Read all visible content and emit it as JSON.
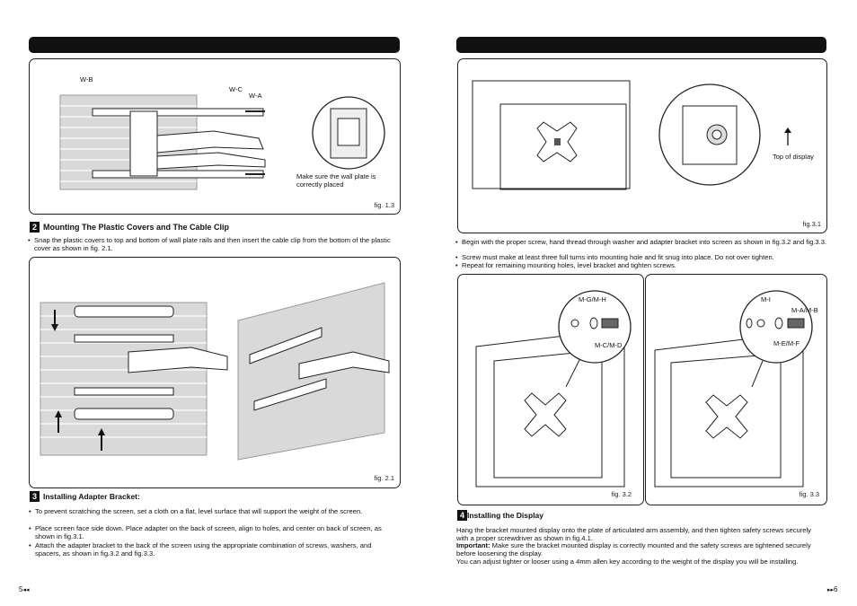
{
  "left_page": {
    "fig13": {
      "labels": {
        "wb": "W-B",
        "wc": "W-C",
        "wa": "W-A"
      },
      "note": "Make sure the wall plate is correctly placed",
      "caption": "fig. 1.3"
    },
    "section2": {
      "num": "2",
      "title": "Mounting The Plastic Covers and The Cable Clip",
      "bullet": "Snap the plastic covers to top and bottom of wall plate rails and then insert the cable clip from the bottom of the plastic cover as shown in fig. 2.1."
    },
    "fig21": {
      "caption": "fig. 2.1"
    },
    "section3": {
      "num": "3",
      "title": "Installing Adapter Bracket:",
      "bullets": [
        "To prevent scratching the screen, set a cloth on a flat, level surface that will support the weight of the screen.",
        "Place screen face side down. Place adapter on the back of screen, align to holes, and center on back of screen, as shown in fig.3.1.",
        "Attach the adapter bracket to the back of the screen using the appropriate combination of screws, washers, and spacers, as shown in fig.3.2 and fig.3.3."
      ]
    },
    "page_number": "5"
  },
  "right_page": {
    "fig31": {
      "top_label": "Top of display",
      "caption": "fig.3.1"
    },
    "bullets": [
      "Begin with the proper screw, hand thread through washer and adapter bracket into screen as shown in fig.3.2 and fig.3.3.",
      "Screw must make at least three full turns into mounting hole and fit snug into place. Do not over tighten.",
      "Repeat for remaining mounting holes, level bracket and tighten screws."
    ],
    "fig32": {
      "labels": {
        "mgmh": "M-G/M-H",
        "mcmd": "M-C/M-D"
      },
      "caption": "fig. 3.2"
    },
    "fig33": {
      "labels": {
        "mi": "M-I",
        "mamb": "M-A/M-B",
        "memf": "M-E/M-F"
      },
      "caption": "fig. 3.3"
    },
    "section4": {
      "num": "4",
      "title": "Installing the Display",
      "para1": "Hang the bracket mounted display onto the plate of articulated arm assembly, and then tighten safety screws securely with a proper screwdriver as shown in fig.4.1.",
      "important_label": "Important:",
      "important_text": " Make sure the bracket mounted display is correctly mounted and the safety screws are tightened securely before loosening the display.",
      "para3": "You can adjust tighter or looser using a 4mm allen key according to the weight of the display you will be installing."
    },
    "page_number": "6"
  }
}
